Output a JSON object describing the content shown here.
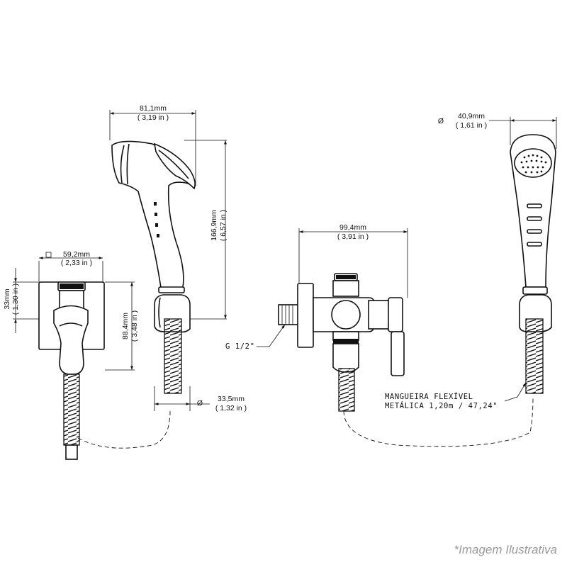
{
  "dimensions": {
    "side_width_mm": "81,1mm",
    "side_width_in": "( 3,19 in )",
    "height_mm": "166,9mm",
    "height_in": "( 6,57 in )",
    "holder_diameter_symbol": "Ø",
    "holder_diameter_mm": "33,5mm",
    "holder_diameter_in": "( 1,32 in )",
    "plate_width_mm": "59,2mm",
    "plate_width_in": "( 2,33 in )",
    "plate_offset_mm": "33mm",
    "plate_offset_in": "( 1,30 in )",
    "holder_height_mm": "88,4mm",
    "holder_height_in": "( 3,48 in )",
    "valve_width_mm": "99,4mm",
    "valve_width_in": "( 3,91 in )",
    "head_diameter_symbol": "Ø",
    "head_diameter_mm": "40,9mm",
    "head_diameter_in": "( 1,61 in )"
  },
  "labels": {
    "thread": "G 1/2\"",
    "hose_line1": "MANGUEIRA FLEXÍVEL",
    "hose_line2": "METÁLICA 1,20m / 47,24\""
  },
  "caption": "*Imagem Ilustrativa"
}
